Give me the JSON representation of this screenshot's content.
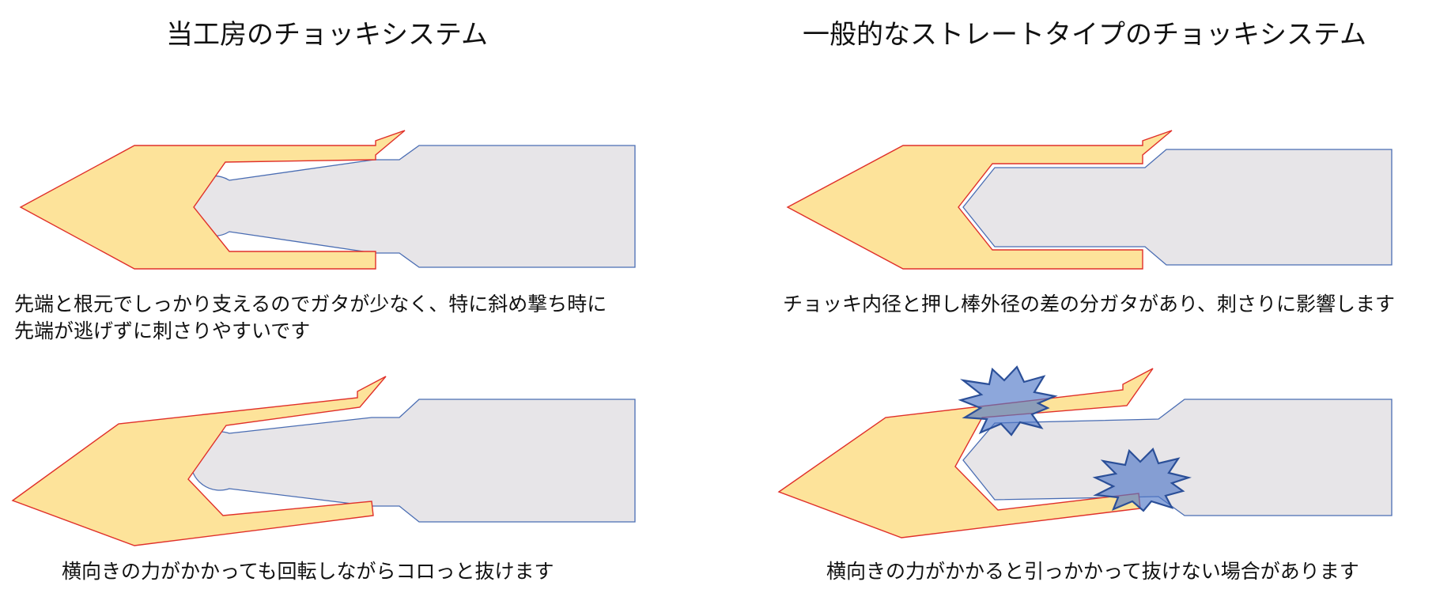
{
  "left": {
    "title": "当工房のチョッキシステム",
    "caption_top_line1": "先端と根元でしっかり支えるのでガタが少なく、特に斜め撃ち時に",
    "caption_top_line2": "先端が逃げずに刺さりやすいです",
    "caption_bottom": "横向きの力がかかっても回転しながらコロっと抜けます"
  },
  "right": {
    "title": "一般的なストレートタイプのチョッキシステム",
    "caption_top": "チョッキ内径と押し棒外径の差の分ガタがあり、刺さりに影響します",
    "caption_bottom": "横向きの力がかかると引っかかって抜けない場合があります"
  },
  "colors": {
    "tip_fill": "#fde39a",
    "tip_stroke": "#e0302a",
    "pusher_fill": "#e7e5e8",
    "pusher_stroke": "#4a6db3",
    "impact_fill": "#5078c8"
  }
}
